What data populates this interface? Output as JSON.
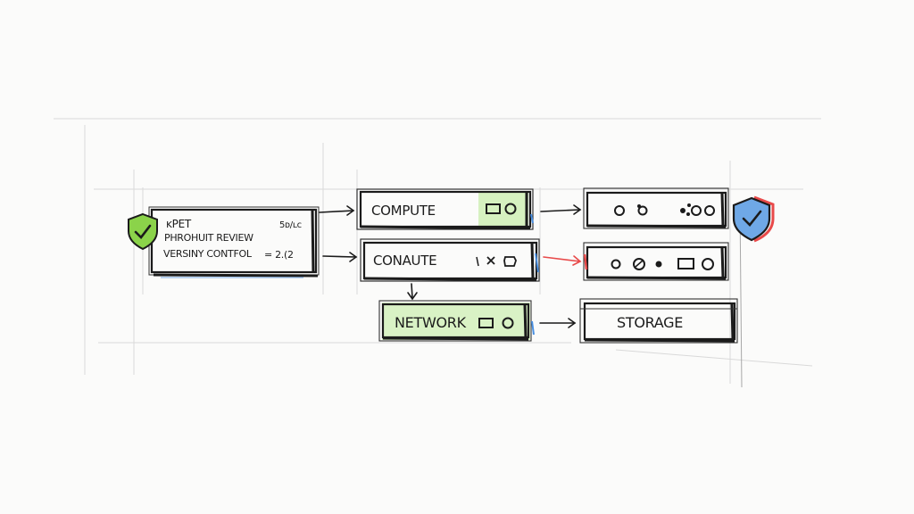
{
  "config_box": {
    "line1": "ᴋPET",
    "line1_right": "5ᴅ/ʟᴄ",
    "line2": "PHROHUIT REVIEW",
    "line3": "VERSINY CONTFOL",
    "line3_right": "= 2.(2"
  },
  "nodes": {
    "compute_1": "COMPUTE",
    "compute_2": "CONAUTE",
    "network": "NETWORK",
    "storage": "STORAGE"
  },
  "colors": {
    "ink": "#1b1b1b",
    "green": "#8bd34a",
    "blue": "#4a90e2",
    "red": "#e84a4a",
    "paper": "#fbfbfa"
  },
  "icons": [
    "check-shield-icon",
    "blue-shield-icon"
  ]
}
